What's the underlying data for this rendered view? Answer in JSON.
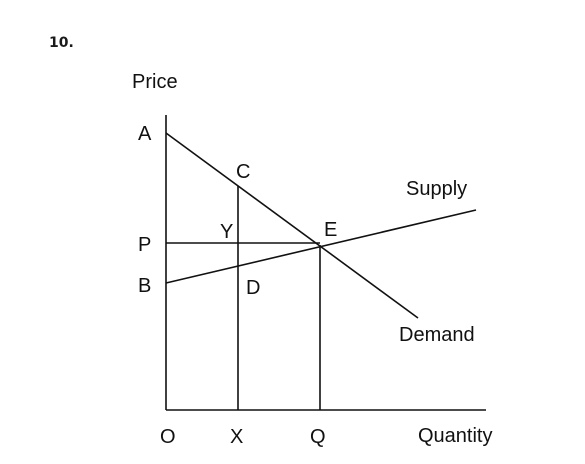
{
  "question_number": "10.",
  "axes": {
    "y_label": "Price",
    "x_label": "Quantity",
    "origin_label": "O"
  },
  "curves": {
    "supply_label": "Supply",
    "demand_label": "Demand"
  },
  "points": {
    "a": "A",
    "b": "B",
    "c": "C",
    "d": "D",
    "e": "E",
    "p": "P",
    "q": "Q",
    "x": "X",
    "y": "Y"
  },
  "colors": {
    "line": "#111111",
    "text": "#111111",
    "background": "#ffffff"
  }
}
